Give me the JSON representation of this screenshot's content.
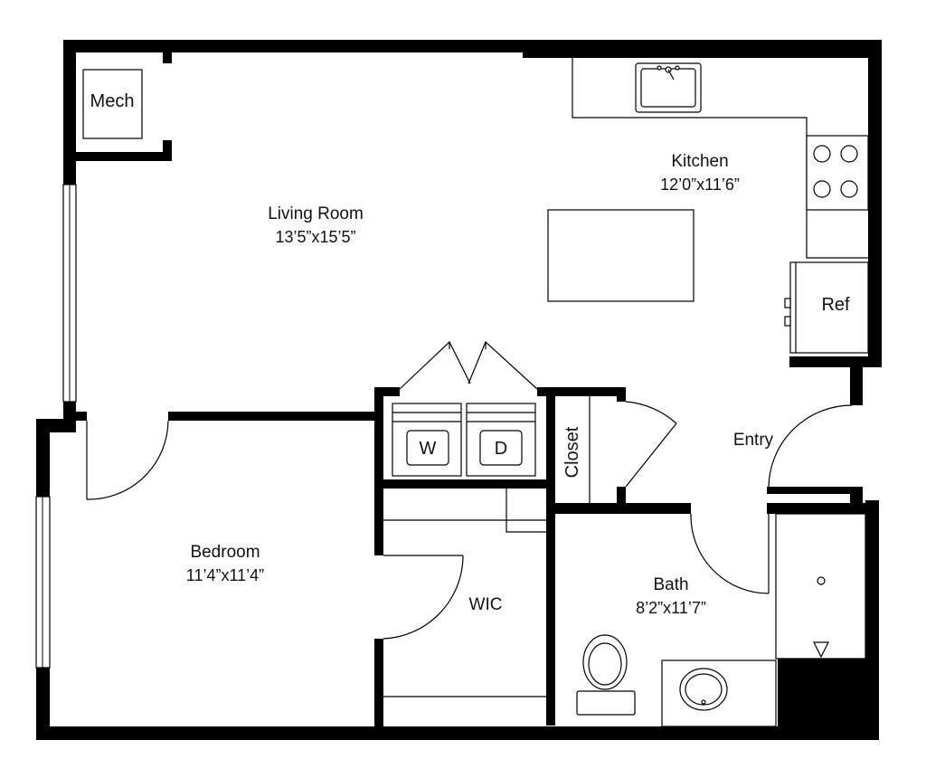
{
  "rooms": {
    "mech": {
      "name": "Mech"
    },
    "living": {
      "name": "Living Room",
      "dims": "13’5”x15’5”"
    },
    "kitchen": {
      "name": "Kitchen",
      "dims": "12’0”x11’6”"
    },
    "bedroom": {
      "name": "Bedroom",
      "dims": "11’4”x11’4”"
    },
    "wic": {
      "name": "WIC"
    },
    "bath": {
      "name": "Bath",
      "dims": "8’2”x11’7”"
    },
    "closet": {
      "name": "Closet"
    },
    "entry": {
      "name": "Entry"
    }
  },
  "fixtures": {
    "washer": "W",
    "dryer": "D",
    "refrigerator": "Ref"
  }
}
